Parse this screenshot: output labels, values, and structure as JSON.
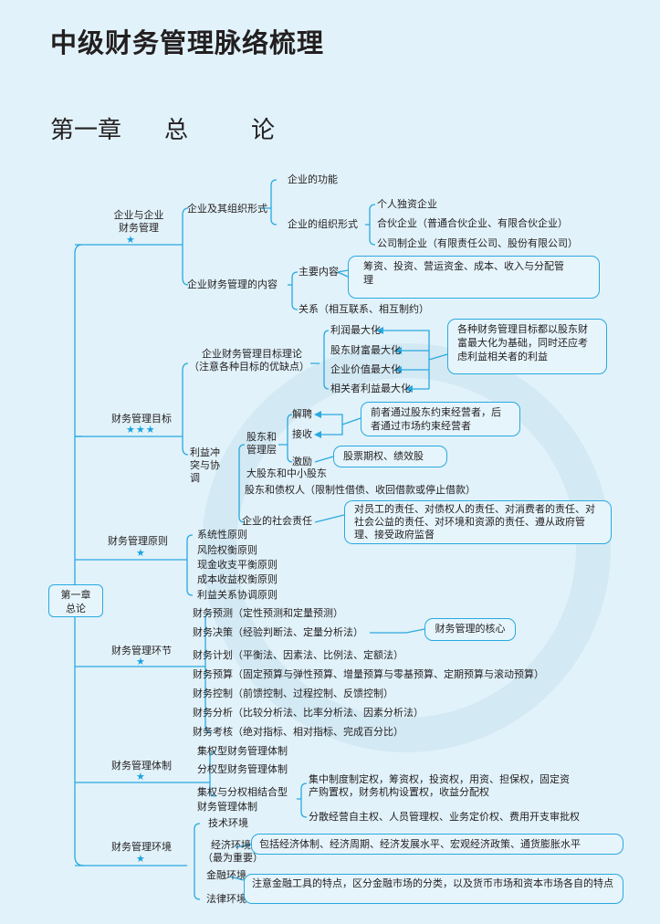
{
  "title": "中级财务管理脉络梳理",
  "chapter": {
    "num": "第一章",
    "w1": "总",
    "w2": "论"
  },
  "root": "第一章 总论",
  "colors": {
    "accent": "#29a9e0",
    "background": "#e1f2fa"
  },
  "s1": {
    "label": "企业与企业财务管理",
    "stars": "★",
    "a": "企业及其组织形式",
    "a1": "企业的功能",
    "a2": "企业的组织形式",
    "a2_items": [
      "个人独资企业",
      "合伙企业（普通合伙企业、有限合伙企业）",
      "公司制企业（有限责任公司、股份有限公司）"
    ],
    "b": "企业财务管理的内容",
    "b1": "主要内容",
    "b2": "关系（相互联系、相互制约）",
    "b1_note": "筹资、投资、营运资金、成本、收入与分配管理"
  },
  "s2": {
    "label": "财务管理目标",
    "stars": "★★★",
    "a": "企业财务管理目标理论",
    "a_sub": "（注意各种目标的优缺点）",
    "a_items": [
      "利润最大化",
      "股东财富最大化",
      "企业价值最大化",
      "相关者利益最大化"
    ],
    "a_note": "各种财务管理目标都以股东财富最大化为基础，同时还应考虑利益相关者的利益",
    "b": "利益冲突与协调",
    "b1": "股东和管理层",
    "b1_items": [
      "解聘",
      "接收",
      "激励"
    ],
    "b1_note": "前者通过股东约束经营者，后者通过市场约束经营者",
    "b1_note2": "股票期权、绩效股",
    "b2": "大股东和中小股东",
    "b3": "股东和债权人（限制性借债、收回借款或停止借款）",
    "b4": "企业的社会责任",
    "b4_note": "对员工的责任、对债权人的责任、对消费者的责任、对社会公益的责任、对环境和资源的责任、遵从政府管理、接受政府监督"
  },
  "s3": {
    "label": "财务管理原则",
    "stars": "★",
    "items": [
      "系统性原则",
      "风险权衡原则",
      "现金收支平衡原则",
      "成本收益权衡原则",
      "利益关系协调原则"
    ]
  },
  "s4": {
    "label": "财务管理环节",
    "stars": "★",
    "items": [
      "财务预测（定性预测和定量预测）",
      "财务决策（经验判断法、定量分析法）",
      "财务计划（平衡法、因素法、比例法、定额法）",
      "财务预算（固定预算与弹性预算、增量预算与零基预算、定期预算与滚动预算）",
      "财务控制（前馈控制、过程控制、反馈控制）",
      "财务分析（比较分析法、比率分析法、因素分析法）",
      "财务考核（绝对指标、相对指标、完成百分比）"
    ],
    "note": "财务管理的核心"
  },
  "s5": {
    "label": "财务管理体制",
    "stars": "★",
    "items": [
      "集权型财务管理体制",
      "分权型财务管理体制",
      "集权与分权相结合型财务管理体制"
    ],
    "c1": "集中制度制定权，筹资权，投资权，用资、担保权，固定资产购置权，财务机构设置权，收益分配权",
    "c2": "分散经营自主权、人员管理权、业务定价权、费用开支审批权"
  },
  "s6": {
    "label": "财务管理环境",
    "stars": "★",
    "items": [
      "技术环境",
      "经济环境",
      "（最为重要）",
      "金融环境",
      "法律环境"
    ],
    "econ_note": "包括经济体制、经济周期、经济发展水平、宏观经济政策、通货膨胀水平",
    "fin_note": "注意金融工具的特点，区分金融市场的分类，以及货币市场和资本市场各自的特点"
  }
}
